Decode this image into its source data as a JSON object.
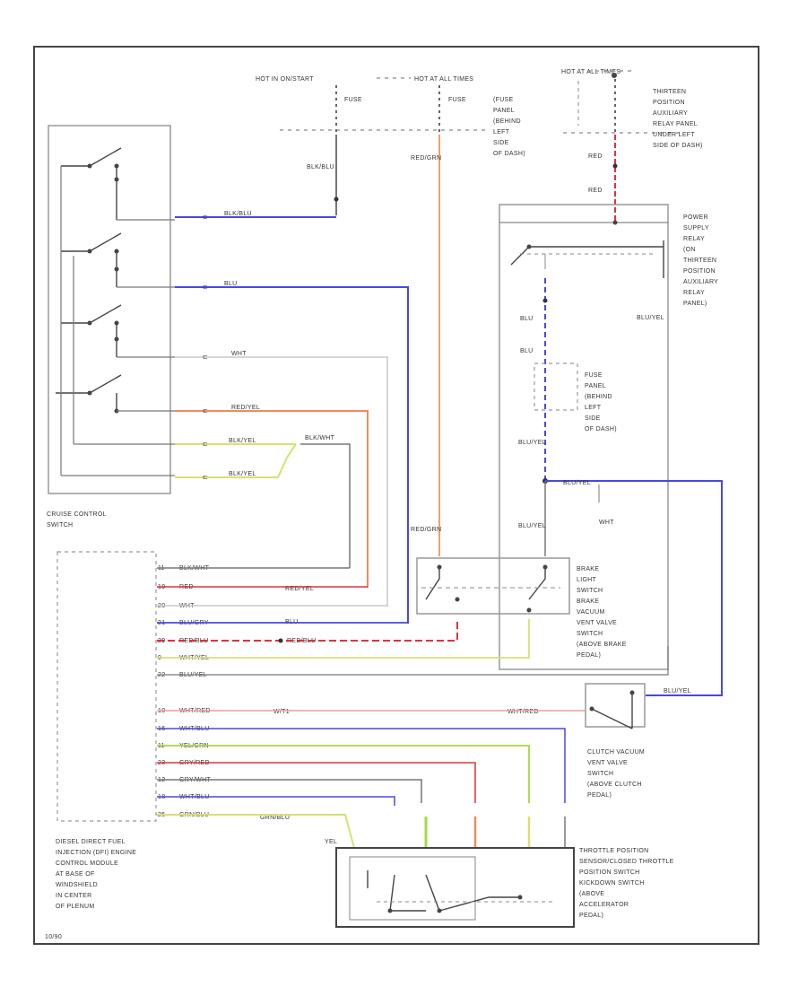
{
  "colors": {
    "blue": "#4848e0",
    "red": "#e03040",
    "orange": "#f0a070",
    "orange_red": "#f08a60",
    "yellow": "#d8e070",
    "green": "#a8d840",
    "pink": "#e8a0a0",
    "grey": "#777777",
    "light_grey": "#c8c8c8"
  },
  "power": {
    "hot_start": "HOT IN ON/START",
    "hot_run": "HOT AT ALL TIMES",
    "hot_all": "HOT AT ALL TIMES",
    "fuse_a": "FUSE",
    "fuse_b": "FUSE",
    "panel_label": [
      "(FUSE",
      "PANEL",
      "(BEHIND",
      "LEFT",
      "SIDE",
      "OF DASH)"
    ],
    "aux_relay_label": [
      "THIRTEEN",
      "POSITION",
      "AUXILIARY",
      "RELAY PANEL",
      "UNDER LEFT",
      "SIDE OF DASH)"
    ]
  },
  "wires": {
    "blk_blu_left": "BLK/BLU",
    "red_grn_mid": "RED/GRN",
    "red_top": "RED",
    "red_mid": "RED",
    "blu_1": "BLU",
    "blu_2": "BLU",
    "blu_yel_1": "BLU/YEL",
    "blu_yel_2": "BLU/YEL",
    "blu_yel_3": "BLU/YEL",
    "blu_yel_right": "BLU/YEL",
    "red_grn_brake": "RED/GRN",
    "wht_mark": "WHT"
  },
  "cruise_switch": {
    "label": [
      "CRUISE CONTROL",
      "SWITCH"
    ],
    "conn_1": "BLK/BLU",
    "conn_2": "BLU",
    "conn_3": "WHT",
    "conn_4": "RED/YEL",
    "conn_5": "BLK/YEL",
    "conn_6": "BLK/YEL",
    "splice": "BLK/WHT"
  },
  "power_relay": {
    "label": [
      "POWER",
      "SUPPLY",
      "RELAY",
      "(ON",
      "THIRTEEN",
      "POSITION",
      "AUXILIARY",
      "RELAY",
      "PANEL)"
    ],
    "out_wire": "BLU/YEL"
  },
  "fuse_panel_2": {
    "label": [
      "FUSE",
      "PANEL",
      "(BEHIND",
      "LEFT",
      "SIDE",
      "OF DASH)"
    ]
  },
  "brake_switch": {
    "label": [
      "BRAKE",
      "LIGHT",
      "SWITCH",
      "BRAKE",
      "VACUUM",
      "VENT VALVE",
      "SWITCH",
      "(ABOVE BRAKE",
      "PEDAL)"
    ]
  },
  "clutch_switch": {
    "label": [
      "CLUTCH VACUUM",
      "VENT VALVE",
      "SWITCH",
      "(ABOVE CLUTCH",
      "PEDAL)"
    ],
    "wire": "BLU/YEL"
  },
  "ecm": {
    "label": [
      "DIESEL DIRECT FUEL",
      "INJECTION (DFI) ENGINE",
      "CONTROL MODULE",
      "AT BASE OF",
      "WINDSHIELD",
      "IN CENTER",
      "OF PLENUM"
    ],
    "pins": [
      {
        "pin": "11",
        "wire": "BLK/WHT"
      },
      {
        "pin": "19",
        "wire": "RED"
      },
      {
        "pin": "20",
        "wire": "WHT"
      },
      {
        "pin": "21",
        "wire": "BLU/GRY"
      },
      {
        "pin": "29",
        "wire": "RED/BLU"
      },
      {
        "pin": "9",
        "wire": "WHT/YEL"
      },
      {
        "pin": "22",
        "wire": "BLU/YEL"
      },
      {
        "pin": "10",
        "wire": "WHT/RED"
      },
      {
        "pin": "16",
        "wire": "WHT/BLU"
      },
      {
        "pin": "11",
        "wire": "YEL/GRN"
      },
      {
        "pin": "23",
        "wire": "GRY/RED"
      },
      {
        "pin": "12",
        "wire": "GRY/WHT"
      },
      {
        "pin": "18",
        "wire": "WHT/BLU"
      },
      {
        "pin": "25",
        "wire": "GRN/BLU"
      }
    ],
    "mid_labels": {
      "red_yel": "RED/YEL",
      "blu": "BLU",
      "red_blu": "RED/BLU",
      "wht_red_mid": "W/T1",
      "wht_red_end": "WHT/RED",
      "grn_blu": "GRN/BLU"
    }
  },
  "throttle": {
    "label": [
      "THROTTLE POSITION",
      "SENSOR/CLOSED THROTTLE",
      "POSITION SWITCH",
      "KICKDOWN SWITCH",
      "(ABOVE",
      "ACCELERATOR",
      "PEDAL)"
    ],
    "yel": "YEL"
  },
  "footer": "10/90"
}
